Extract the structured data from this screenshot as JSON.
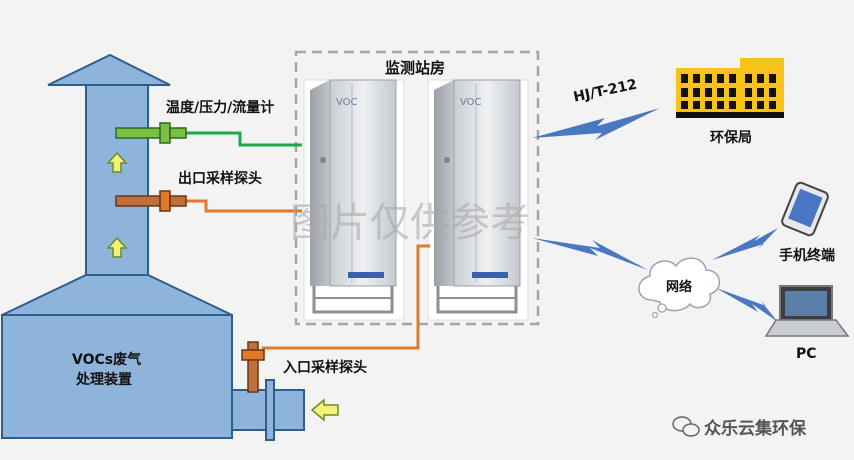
{
  "labels": {
    "station": "监测站房",
    "temp_pressure_flow": "温度/压力/流量计",
    "outlet_probe": "出口采样探头",
    "inlet_probe": "入口采样探头",
    "voc_device_line1": "VOCs废气",
    "voc_device_line2": "处理装置",
    "protocol": "HJ/T-212",
    "epb": "环保局",
    "mobile": "手机终端",
    "network": "网络",
    "pc": "PC",
    "cabinet_brand": "VOC"
  },
  "watermarks": {
    "reference_only": "图片仅供参考",
    "brand": "众乐云集环保"
  },
  "colors": {
    "duct_fill": "#8fb4dc",
    "duct_stroke": "#2e5d8e",
    "green_pipe": "#1aa84a",
    "orange_pipe": "#e07a2a",
    "lightning": "#4a78c0",
    "flow_arrow": "#f2f27a"
  }
}
